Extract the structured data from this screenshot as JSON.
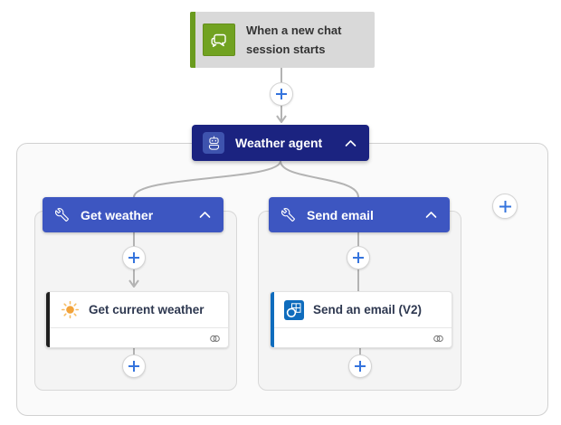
{
  "trigger": {
    "title": "When a new chat session starts",
    "icon": "chat-bubbles-icon",
    "accent_color": "#6a9b1e",
    "background": "#d9d9d9",
    "icon_background": "#71a221"
  },
  "agent": {
    "label": "Weather agent",
    "icon": "bot-icon",
    "background": "#1b2380",
    "chip_background": "#3e53ae",
    "collapse_icon": "chevron-up-icon"
  },
  "tools": [
    {
      "label": "Get weather",
      "icon": "wrench-icon",
      "header_background": "#3d56c1",
      "collapse_icon": "chevron-up-icon",
      "action": {
        "title": "Get current weather",
        "icon": "sun-icon",
        "accent_color": "#1f1f1f",
        "badge_icon": "connection-icon"
      }
    },
    {
      "label": "Send email",
      "icon": "wrench-icon",
      "header_background": "#3d56c1",
      "collapse_icon": "chevron-up-icon",
      "action": {
        "title": "Send an email (V2)",
        "icon": "outlook-icon",
        "accent_color": "#0f6cbd",
        "badge_icon": "connection-icon"
      }
    }
  ],
  "connectors": {
    "line_color": "#b3b3b3",
    "insert_buttons_count": 6,
    "plus_color": "#3574dd"
  },
  "containers": {
    "outer_background": "#fafafa",
    "tool_background": "#f4f4f4",
    "border_color": "#d1d1d1"
  }
}
